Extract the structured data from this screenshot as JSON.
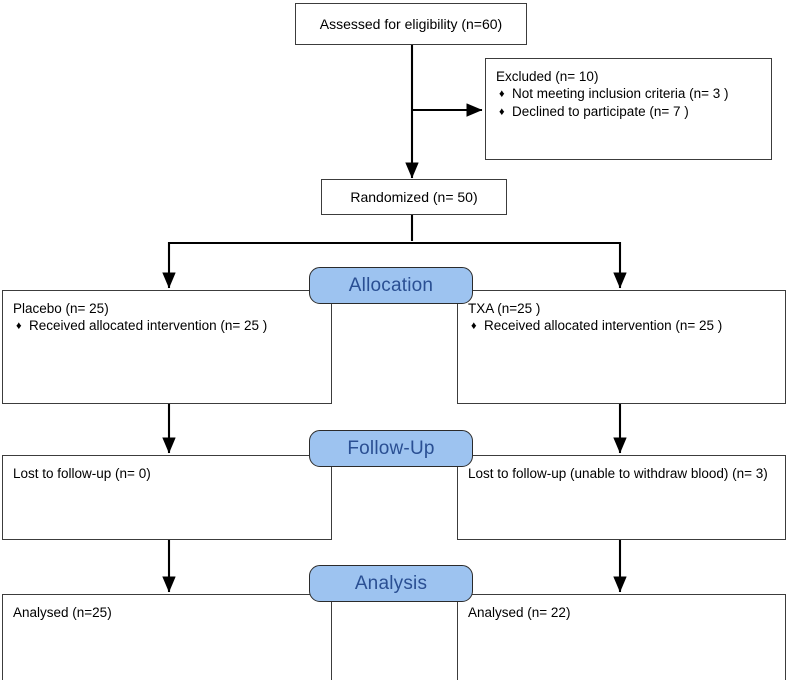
{
  "diagram": {
    "type": "consort-flow-diagram",
    "colors": {
      "banner_fill": "#9DC3F0",
      "banner_text": "#2A4F93",
      "box_border": "#3C3C3C",
      "box_fill": "#FFFFFF",
      "connector": "#000000"
    }
  },
  "enrollment": {
    "assessed": {
      "text": "Assessed for eligibility (n=60)"
    },
    "excluded": {
      "title": "Excluded (n= 10)",
      "reasons": [
        "Not meeting inclusion criteria (n= 3 )",
        "Declined to participate (n= 7 )"
      ],
      "bullet": "♦"
    },
    "randomized": {
      "text": "Randomized (n= 50)"
    }
  },
  "banners": {
    "allocation": "Allocation",
    "followup": "Follow-Up",
    "analysis": "Analysis"
  },
  "allocation": {
    "left": {
      "title": "Placebo (n= 25)",
      "items": [
        "Received allocated intervention (n= 25 )"
      ],
      "bullet": "♦"
    },
    "right": {
      "title": "TXA (n=25 )",
      "items": [
        "Received allocated intervention (n= 25 )"
      ],
      "bullet": "♦"
    }
  },
  "followup": {
    "left": {
      "text": "Lost to follow-up (n= 0)"
    },
    "right": {
      "text": "Lost to follow-up (unable to withdraw blood) (n= 3)"
    }
  },
  "analysis": {
    "left": {
      "text": "Analysed (n=25)"
    },
    "right": {
      "text": "Analysed (n= 22)"
    }
  }
}
